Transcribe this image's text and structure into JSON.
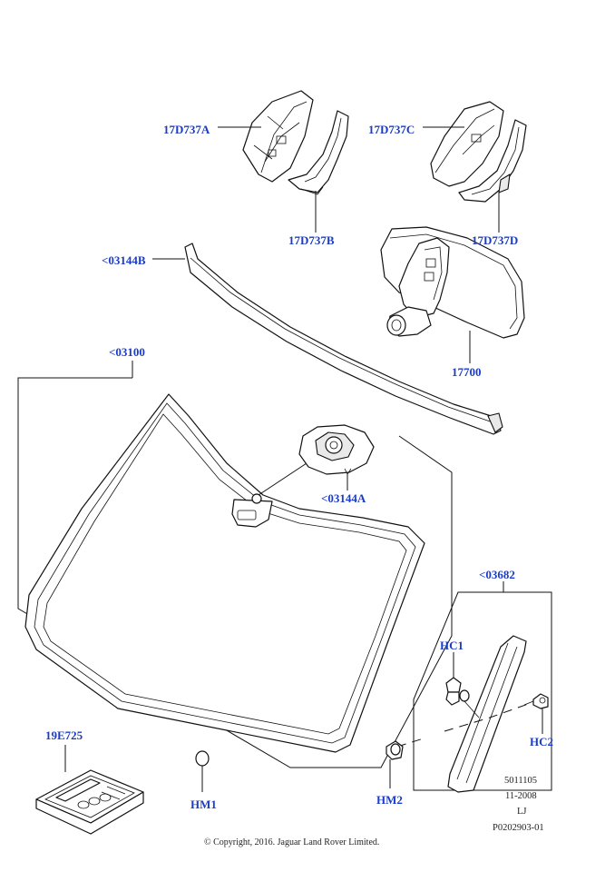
{
  "labels": {
    "mirror_cover_a": "17D737A",
    "mirror_cover_b": "17D737B",
    "mirror_cover_c": "17D737C",
    "mirror_cover_d": "17D737D",
    "moulding_top": "<03144B",
    "windscreen": "<03100",
    "mirror": "17700",
    "mirror_bracket": "<03144A",
    "moulding_side": "<03682",
    "clip_hc1": "HC1",
    "clip_hc2": "HC2",
    "clip_hm1": "HM1",
    "clip_hm2": "HM2",
    "repair_kit": "19E725"
  },
  "meta": {
    "code": "5011105",
    "date": "11-2008",
    "initials": "LJ",
    "illustration": "P0202903-01"
  },
  "copyright": "© Copyright, 2016. Jaguar Land Rover Limited."
}
